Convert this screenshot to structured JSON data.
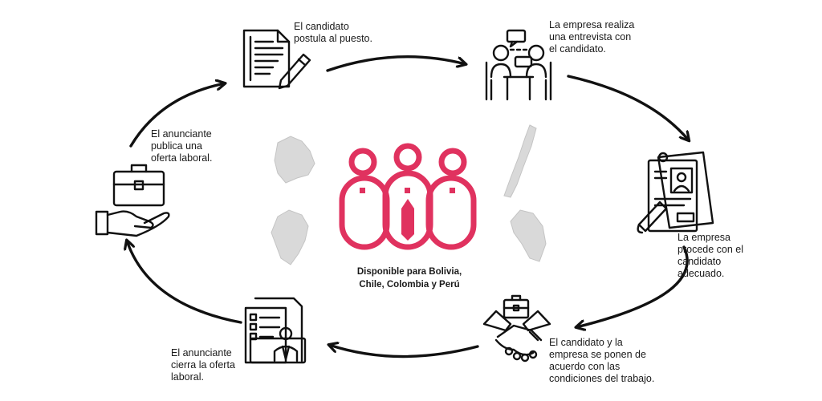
{
  "steps": [
    {
      "id": "postula",
      "icon": "document-pencil-icon",
      "lines": [
        "El candidato",
        "postula al puesto."
      ]
    },
    {
      "id": "entrevista",
      "icon": "interview-icon",
      "lines": [
        "La empresa realiza",
        "una entrevista con",
        "el candidato."
      ]
    },
    {
      "id": "procede",
      "icon": "resume-clipboard-icon",
      "lines": [
        "La empresa",
        "procede con el",
        "candidato",
        "adecuado."
      ]
    },
    {
      "id": "acuerdo",
      "icon": "handshake-briefcase-icon",
      "lines": [
        "El candidato y la",
        "empresa se ponen de",
        "acuerdo con las",
        "condiciones del trabajo."
      ]
    },
    {
      "id": "cierra",
      "icon": "checklist-candidate-icon",
      "lines": [
        "El anunciante",
        "cierra la oferta",
        "laboral."
      ]
    },
    {
      "id": "publica",
      "icon": "hand-briefcase-icon",
      "lines": [
        "El anunciante",
        "publica una",
        "oferta laboral."
      ]
    }
  ],
  "center": {
    "icon": "team-tie-logo-icon",
    "caption_lines": [
      "Disponible para Bolivia,",
      "Chile, Colombia y Perú"
    ],
    "maps": [
      "bolivia-map-icon",
      "colombia-map-icon",
      "chile-map-icon",
      "peru-map-icon"
    ]
  },
  "colors": {
    "accent": "#e0325f",
    "ink": "#111111",
    "map_gray": "#d9d9d9"
  }
}
